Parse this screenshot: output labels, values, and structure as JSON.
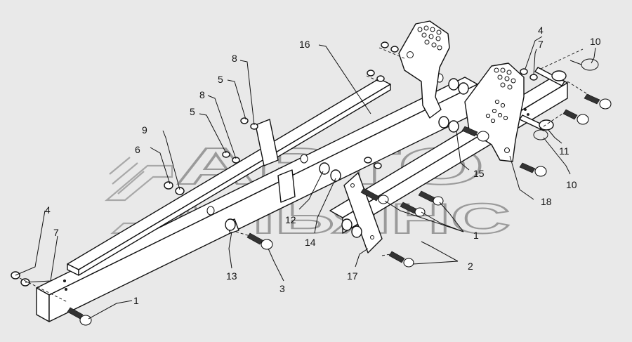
{
  "watermark": {
    "brand_top": "АВТО",
    "brand_bottom": "АЛЬЯНС"
  },
  "callouts": [
    {
      "id": "c1a",
      "label": "1"
    },
    {
      "id": "c1b",
      "label": "1"
    },
    {
      "id": "c2",
      "label": "2"
    },
    {
      "id": "c3",
      "label": "3"
    },
    {
      "id": "c4a",
      "label": "4"
    },
    {
      "id": "c4b",
      "label": "4"
    },
    {
      "id": "c5a",
      "label": "5"
    },
    {
      "id": "c5b",
      "label": "5"
    },
    {
      "id": "c6",
      "label": "6"
    },
    {
      "id": "c7a",
      "label": "7"
    },
    {
      "id": "c7b",
      "label": "7"
    },
    {
      "id": "c8a",
      "label": "8"
    },
    {
      "id": "c8b",
      "label": "8"
    },
    {
      "id": "c9",
      "label": "9"
    },
    {
      "id": "c10a",
      "label": "10"
    },
    {
      "id": "c10b",
      "label": "10"
    },
    {
      "id": "c11",
      "label": "11"
    },
    {
      "id": "c12",
      "label": "12"
    },
    {
      "id": "c13",
      "label": "13"
    },
    {
      "id": "c14",
      "label": "14"
    },
    {
      "id": "c15",
      "label": "15"
    },
    {
      "id": "c16",
      "label": "16"
    },
    {
      "id": "c17",
      "label": "17"
    },
    {
      "id": "c18",
      "label": "18"
    }
  ]
}
